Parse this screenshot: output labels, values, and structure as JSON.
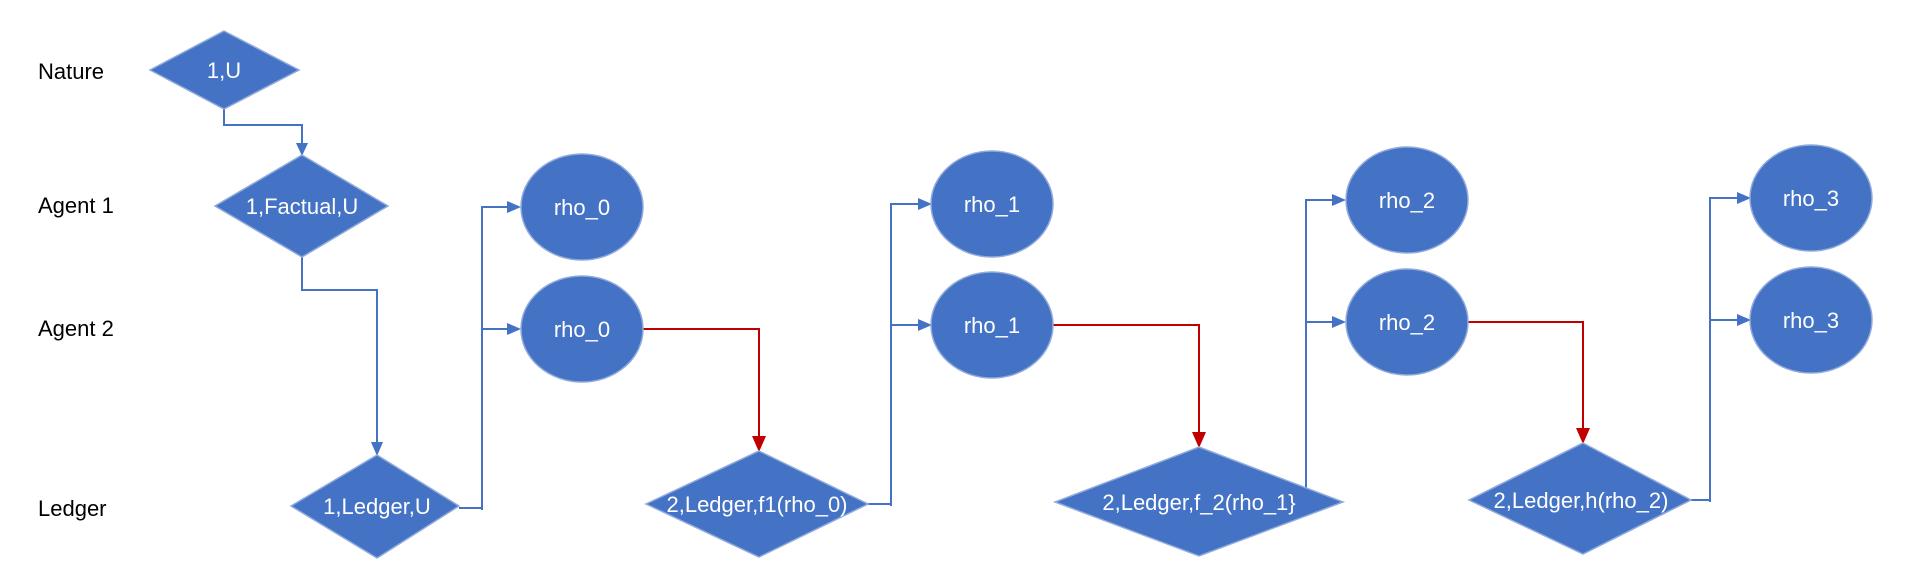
{
  "rows": {
    "nature": "Nature",
    "agent1": "Agent 1",
    "agent2": "Agent 2",
    "ledger": "Ledger"
  },
  "nodes": {
    "nature_1U": "1,U",
    "agent1_factual": "1,Factual,U",
    "ledger_1": "1,Ledger,U",
    "ledger_2_f1": "2,Ledger,f1(rho_0)",
    "ledger_2_f2": "2,Ledger,f_2(rho_1}",
    "ledger_2_h": "2,Ledger,h(rho_2)",
    "rho0_a1": "rho_0",
    "rho0_a2": "rho_0",
    "rho1_a1": "rho_1",
    "rho1_a2": "rho_1",
    "rho2_a1": "rho_2",
    "rho2_a2": "rho_2",
    "rho3_a1": "rho_3",
    "rho3_a2": "rho_3"
  },
  "colors": {
    "node_fill": "#4472C4",
    "flow_arrow": "#4472C4",
    "output_arrow": "#C00000"
  }
}
